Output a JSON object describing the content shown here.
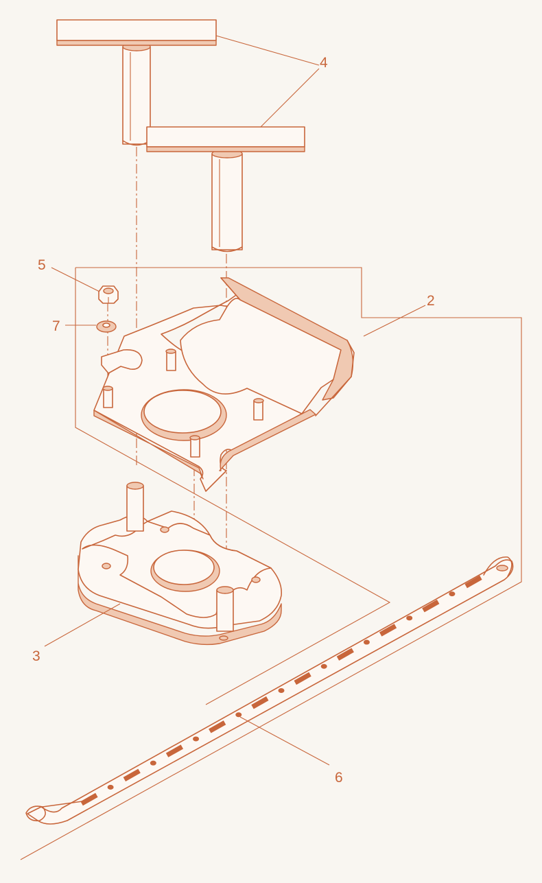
{
  "callouts": {
    "c2": "2",
    "c3": "3",
    "c4a": "4",
    "c4b": "4",
    "c5": "5",
    "c6": "6",
    "c7": "7"
  },
  "colors": {
    "line": "#c8663b",
    "background": "#f9f6f1"
  }
}
